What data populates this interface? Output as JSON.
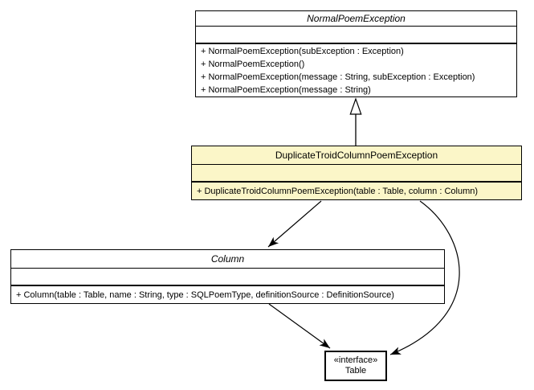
{
  "colors": {
    "background": "#ffffff",
    "box_fill": "#ffffff",
    "highlight_fill": "#fbf6c8",
    "line": "#000000"
  },
  "classes": [
    {
      "title": "NormalPoemException",
      "methods": [
        "+ NormalPoemException(subException : Exception)",
        "+ NormalPoemException()",
        "+ NormalPoemException(message : String, subException : Exception)",
        "+ NormalPoemException(message : String)"
      ]
    },
    {
      "title": "DuplicateTroidColumnPoemException",
      "methods": [
        "+ DuplicateTroidColumnPoemException(table : Table, column : Column)"
      ]
    },
    {
      "title": "Column",
      "methods": [
        "+ Column(table : Table, name : String, type : SQLPoemType, definitionSource : DefinitionSource)"
      ]
    },
    {
      "stereotype": "«interface»",
      "title": "Table",
      "methods": []
    }
  ]
}
